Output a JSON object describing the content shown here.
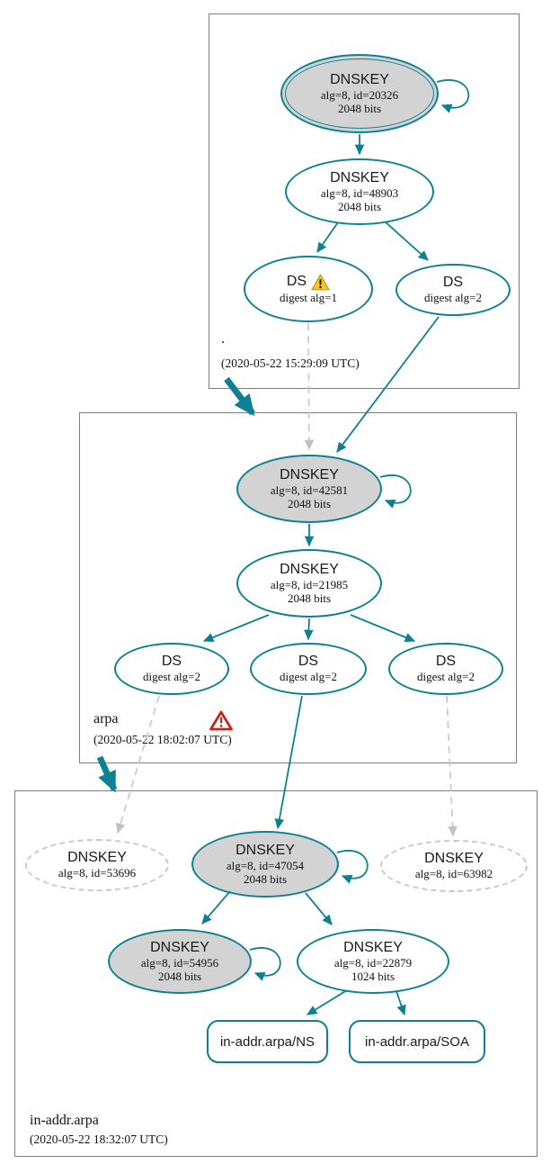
{
  "colors": {
    "edge_teal": "#0d8093",
    "node_border_teal": "#0d8093",
    "ksk_fill_gray": "#d3d3d3",
    "insecure_dashed_gray": "#c9c9c9",
    "zone_box_border": "#7d7d7d",
    "warning_yellow": "#f6c42f",
    "error_red": "#c0281e"
  },
  "zones": [
    {
      "label": ".",
      "timestamp": "(2020-05-22 15:29:09 UTC)",
      "nodes": {
        "ksk": {
          "title": "DNSKEY",
          "detail1": "alg=8, id=20326",
          "detail2": "2048 bits"
        },
        "zsk": {
          "title": "DNSKEY",
          "detail1": "alg=8, id=48903",
          "detail2": "2048 bits"
        },
        "ds1": {
          "title": "DS",
          "detail1": "digest alg=1",
          "warning": "true"
        },
        "ds2": {
          "title": "DS",
          "detail1": "digest alg=2"
        }
      }
    },
    {
      "label": "arpa",
      "timestamp": "(2020-05-22 18:02:07 UTC)",
      "error": "true",
      "nodes": {
        "ksk": {
          "title": "DNSKEY",
          "detail1": "alg=8, id=42581",
          "detail2": "2048 bits"
        },
        "zsk": {
          "title": "DNSKEY",
          "detail1": "alg=8, id=21985",
          "detail2": "2048 bits"
        },
        "ds_left": {
          "title": "DS",
          "detail1": "digest alg=2"
        },
        "ds_mid": {
          "title": "DS",
          "detail1": "digest alg=2"
        },
        "ds_right": {
          "title": "DS",
          "detail1": "digest alg=2"
        }
      }
    },
    {
      "label": "in-addr.arpa",
      "timestamp": "(2020-05-22 18:32:07 UTC)",
      "nodes": {
        "dnskey_53696": {
          "title": "DNSKEY",
          "detail1": "alg=8, id=53696"
        },
        "ksk": {
          "title": "DNSKEY",
          "detail1": "alg=8, id=47054",
          "detail2": "2048 bits"
        },
        "dnskey_63982": {
          "title": "DNSKEY",
          "detail1": "alg=8, id=63982"
        },
        "dnskey_54956": {
          "title": "DNSKEY",
          "detail1": "alg=8, id=54956",
          "detail2": "2048 bits"
        },
        "zsk": {
          "title": "DNSKEY",
          "detail1": "alg=8, id=22879",
          "detail2": "1024 bits"
        },
        "rrset_ns": {
          "label": "in-addr.arpa/NS"
        },
        "rrset_soa": {
          "label": "in-addr.arpa/SOA"
        }
      }
    }
  ]
}
